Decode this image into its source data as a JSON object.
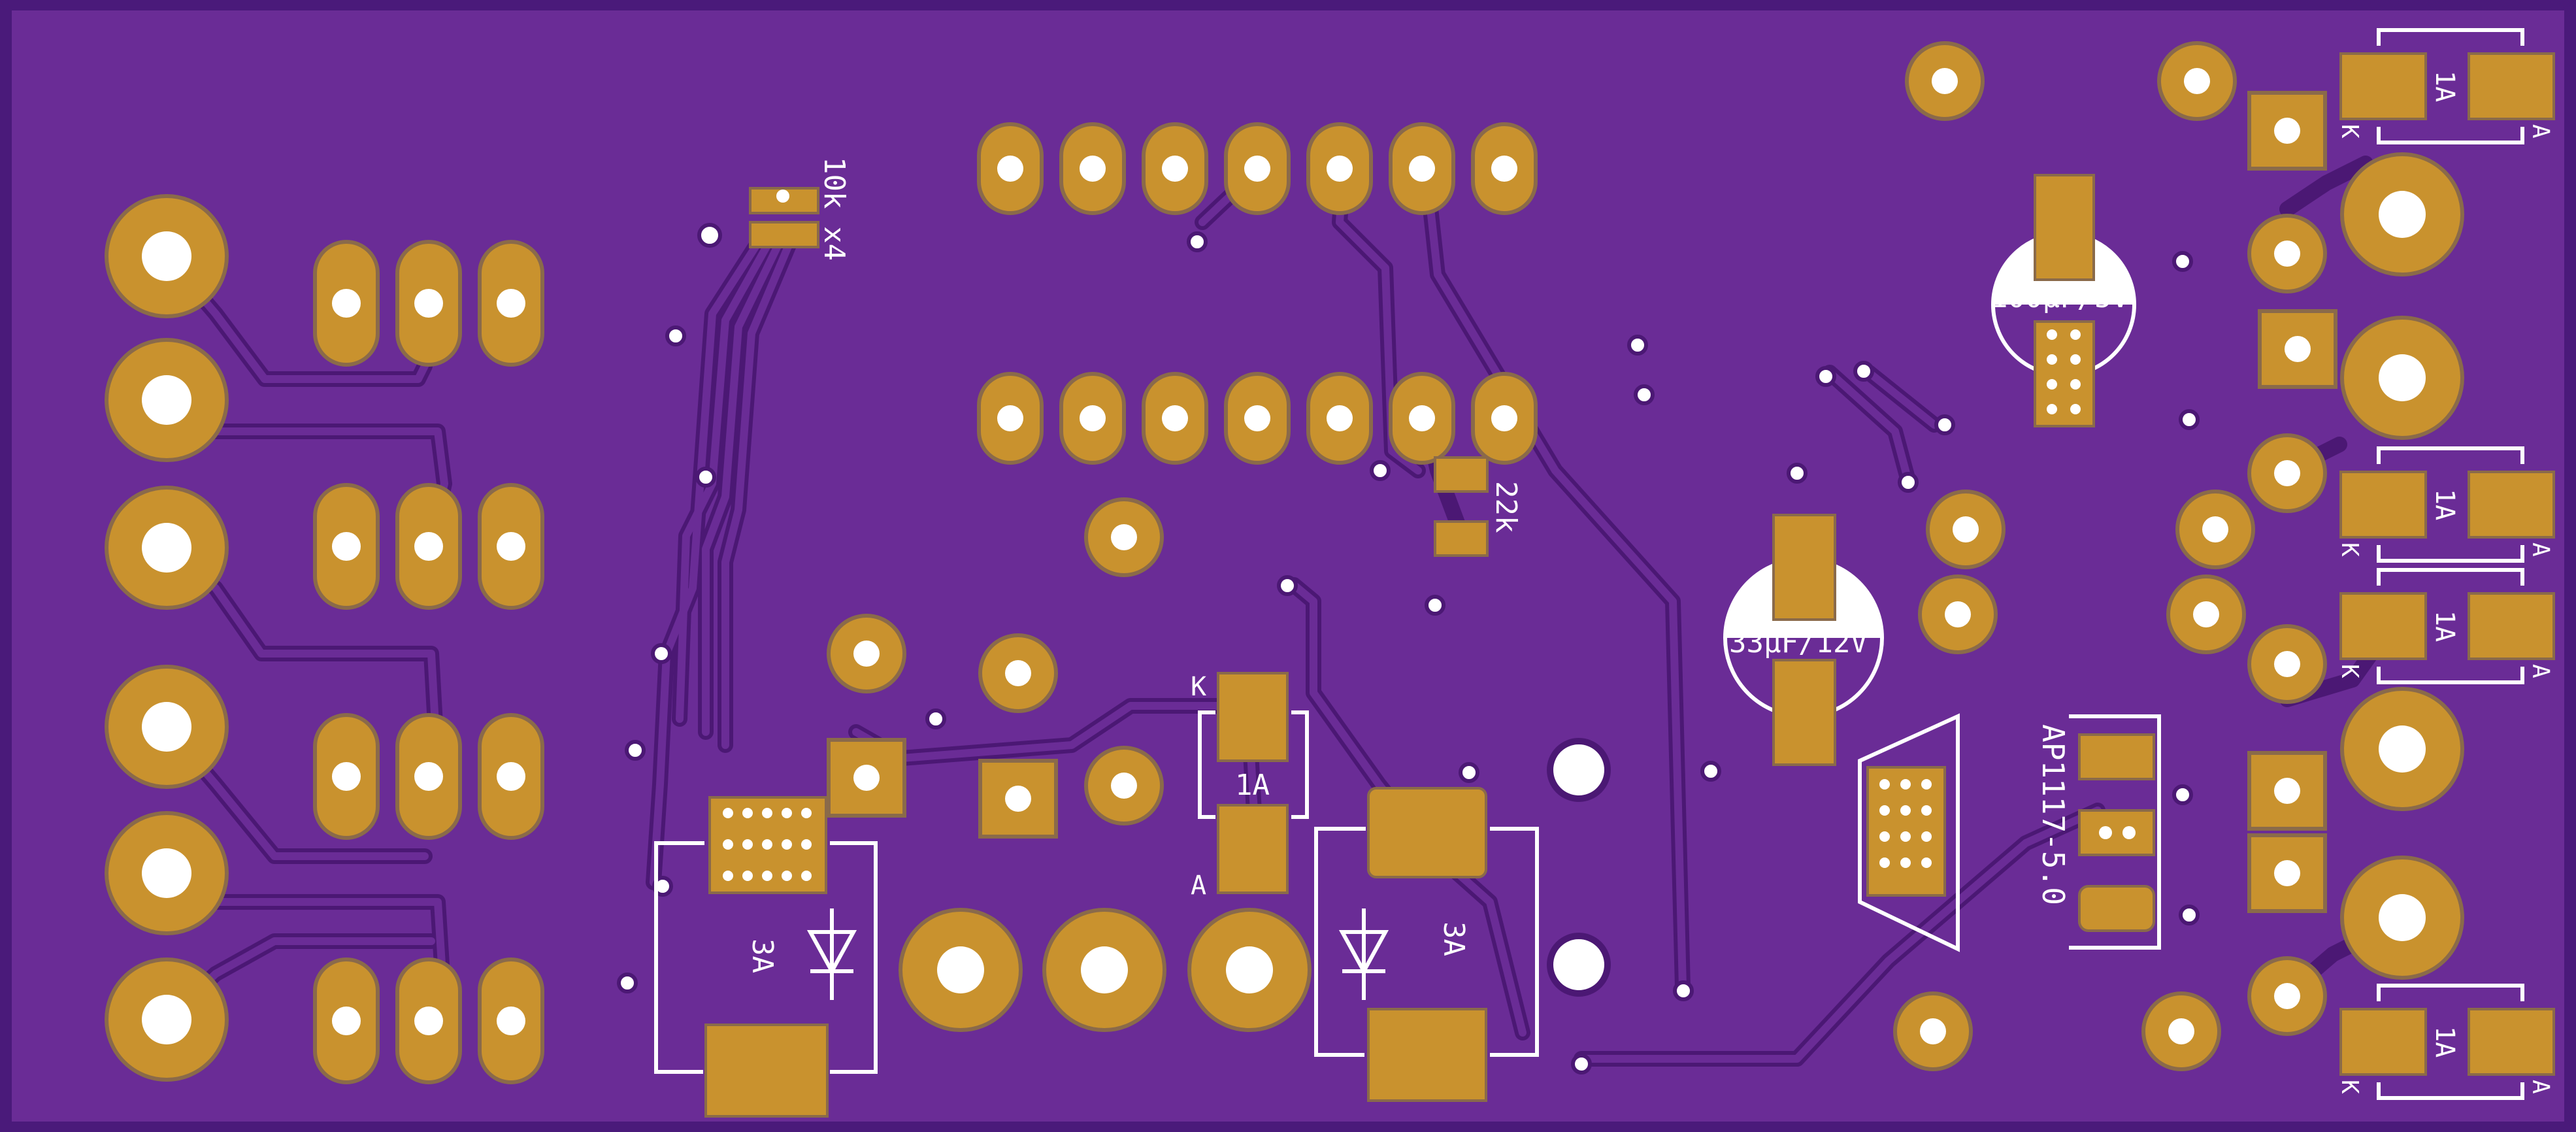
{
  "colors": {
    "board_edge": "#4a1a7a",
    "board": "#6a2c96",
    "trace": "#5a1f86",
    "trace_outline": "#4b1874",
    "copper": "#c9922e",
    "copper_edge": "#8a6a4a",
    "silk": "#ffffff",
    "hole": "#ffffff"
  },
  "labels": {
    "resistor_network": "10k x4",
    "resistor_single": "22k",
    "cap_small": "100µF/5V",
    "cap_large": "33µF/12V",
    "regulator": "AP1117-5.0",
    "diode_1a": "1A",
    "diode_3a": "3A",
    "cathode": "K",
    "anode": "A"
  }
}
